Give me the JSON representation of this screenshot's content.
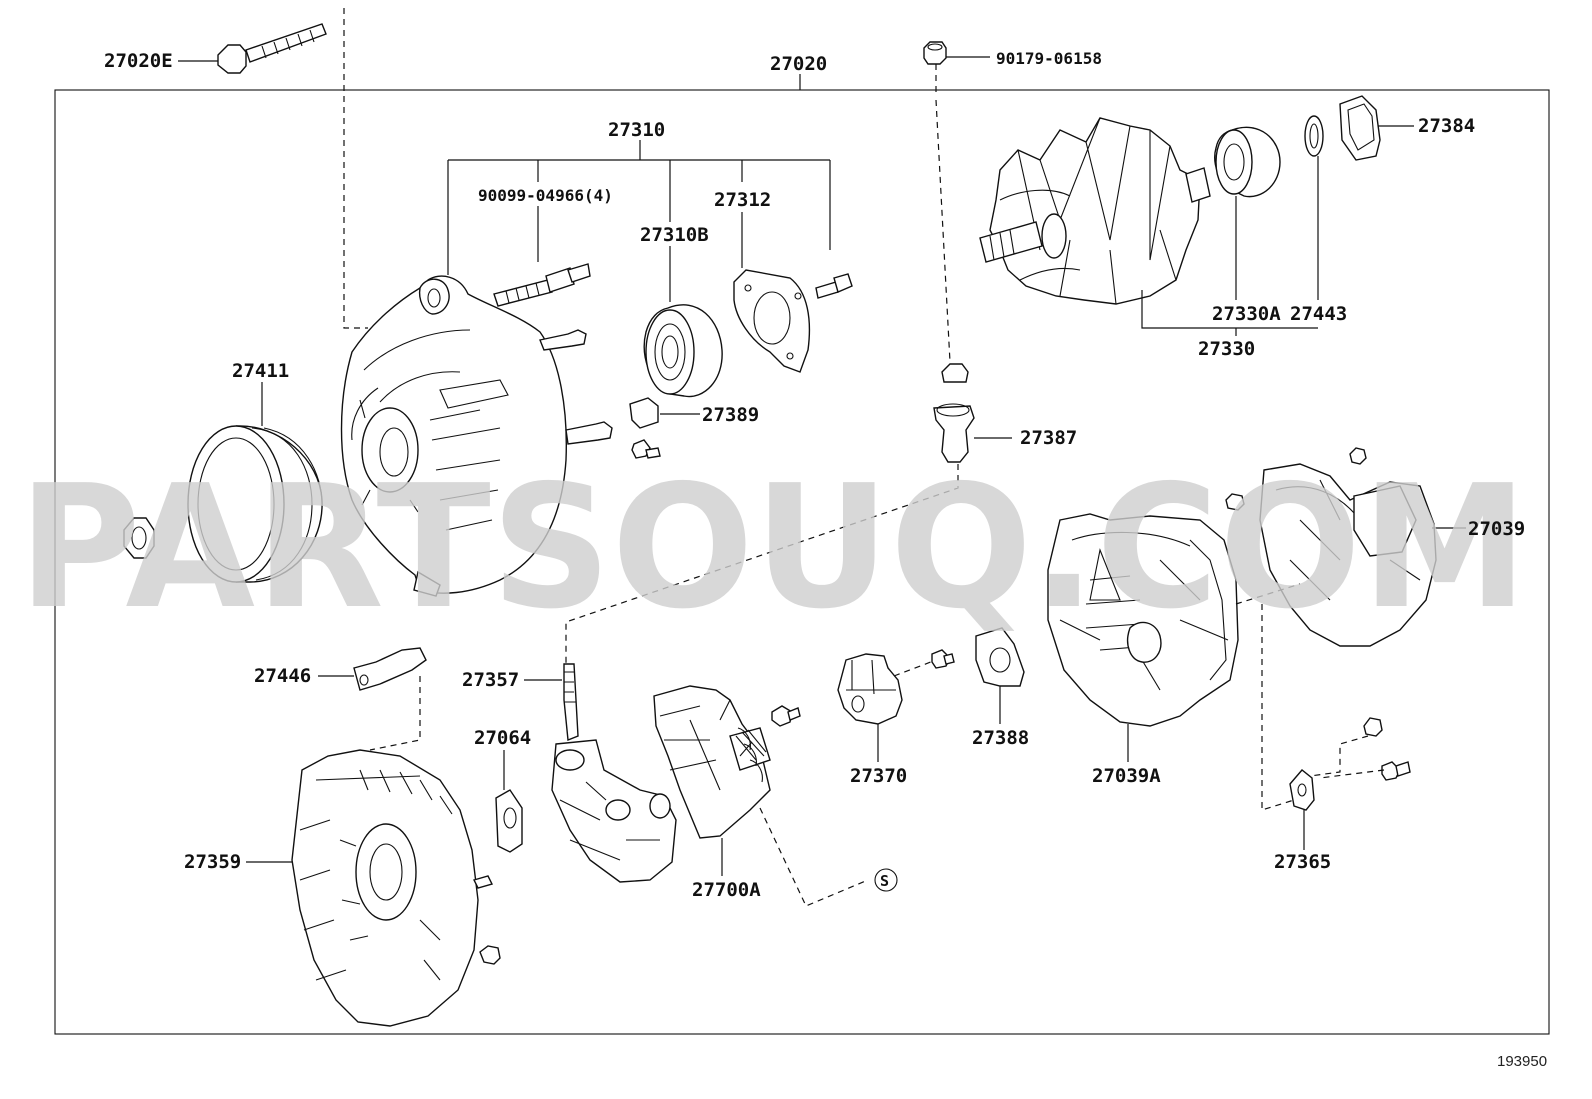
{
  "diagram": {
    "id": "193950",
    "watermark": "PARTSOUQ.COM",
    "labels": {
      "p27020E": "27020E",
      "p27020": "27020",
      "p90179": "90179-06158",
      "p27310": "27310",
      "p90099": "90099-04966(4)",
      "p27312": "27312",
      "p27310B": "27310B",
      "p27384": "27384",
      "p27330A": "27330A",
      "p27443": "27443",
      "p27330": "27330",
      "p27411": "27411",
      "p27389": "27389",
      "p27387": "27387",
      "p27039": "27039",
      "p27446": "27446",
      "p27357": "27357",
      "p27064": "27064",
      "p27370": "27370",
      "p27388": "27388",
      "p27039A": "27039A",
      "p27359": "27359",
      "p27700A": "27700A",
      "p27365": "27365",
      "mark_s": "S"
    }
  }
}
